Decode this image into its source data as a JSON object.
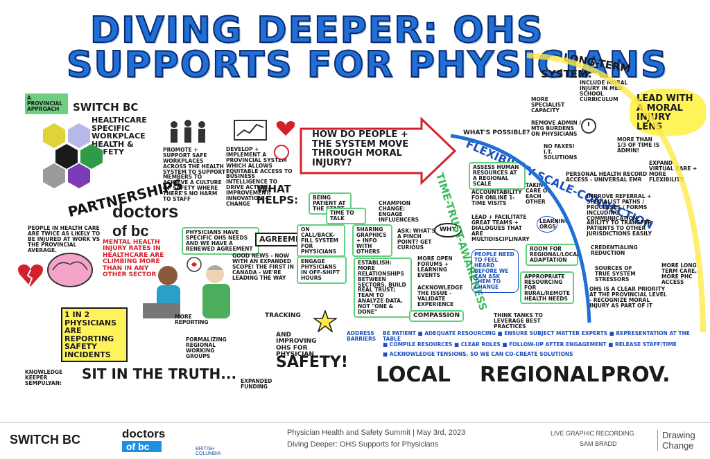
{
  "title": {
    "line1": "DIVING DEEPER: OHS",
    "line2": "SUPPORTS FOR PHYSICIANS"
  },
  "left": {
    "approach_tag": "A PROVINCIAL APPROACH",
    "switch_bc": "SWITCH BC",
    "hc_specific": "HEALTHCARE SPECIFIC WORKPLACE HEALTH & SAFETY",
    "partnerships": "PARTNERSHIPS",
    "promote": "PROMOTE + SUPPORT SAFE WORKPLACES ACROSS THE HEALTH SYSTEM TO SUPPORT MEMBERS TO ACHIEVE A CULTURE OF SAFETY WHERE THERE'S NO HARM TO STAFF",
    "develop": "DEVELOP + IMPLEMENT A PROVINCIAL SYSTEM WHICH ALLOWS EQUITABLE ACCESS TO BUSINESS INTELLIGENCE TO DRIVE ACTION, IMPROVEMENT, INNOVATION + CHANGE",
    "doctors_of": "doctors",
    "doctors_bc": "of bc",
    "people_twice": "PEOPLE IN HEALTH CARE ARE TWICE AS LIKELY TO BE INJURED AT WORK VS THE PROVINCIAL AVERAGE.",
    "mental_health": "MENTAL HEALTH INJURY RATES IN HEALTHCARE ARE CLIMBING MORE THAN IN ANY OTHER SECTOR",
    "physicians_have": "PHYSICIANS HAVE SPECIFIC OHS NEEDS AND WE HAVE A RENEWED AGREEMENT",
    "agreement": "AGREEMENT",
    "good_news": "GOOD NEWS - NOW WITH AN EXPANDED SCOPE! THE FIRST IN CANADA - WE'RE LEADING THE WAY",
    "one_in_two": "1 in 2 PHYSICIANS ARE REPORTING SAFETY INCIDENTS",
    "more_reporting": "MORE REPORTING",
    "formalizing": "FORMALIZING REGIONAL WORKING GROUPS",
    "tracking": "TRACKING",
    "improving": "AND IMPROVING OHS FOR PHYSICIAN",
    "safety": "SAFETY!",
    "expanded_funding": "EXPANDED FUNDING",
    "knowledge_keeper": "KNOWLEDGE KEEPER SEMPULYAN:",
    "sit_truth": "SIT in the TRUTH..."
  },
  "center": {
    "question": "HOW DO PEOPLE + THE SYSTEM MOVE THROUGH MORAL INJURY?",
    "what_helps": "WHAT HELPS:",
    "being_patient": "BEING PATIENT at the start",
    "time_to_talk": "TIME TO TALK",
    "champion": "CHAMPION CHANGE: ENGAGE INFLUENCERS",
    "on_call": "ON CALL/BACK-FILL SYSTEM FOR PHYSICIANS",
    "sharing": "SHARING GRAPHICS + INFO WITH OTHERS",
    "ask_pinch": "ASK: WHAT'S A PINCH POINT? GET CURIOUS",
    "why": "WHY",
    "engage_physicians": "ENGAGE PHYSICIANS IN OFF-SHIFT HOURS",
    "establish": "ESTABLISH: MORE RELATIONSHIPS BETWEEN SECTORS, BUILD REAL TRUST; TEAM TO ANALYZE DATA, NOT \"ONE & DONE\"",
    "open_forums": "MORE OPEN FORUMS + LEARNING EVENTS",
    "acknowledge": "ACKNOWLEDGE THE ISSUE - validate experience",
    "compassion": "COMPASSION",
    "time_trust": "TIME-TRUST-AWARENESS"
  },
  "right": {
    "whats_possible": "WHAT'S POSSIBLE?",
    "flexibility": "FLEXIBILITY-SCALE-CONNECTION",
    "assess": "ASSESS HUMAN RESOURCES AT A REGIONAL SCALE",
    "accountability": "ACCOUNTABILITY FOR ONLINE 1-TIME VISITS",
    "taking_care": "TAKING CARE OF EACH OTHER",
    "lead_facilitate": "LEAD + FACILITATE GREAT TEAMS + DIALOGUES THAT ARE MULTIDISCIPLINARY",
    "learning_orgs": "LEARNING ORGS",
    "people_heard": "PEOPLE NEED TO FEEL HEARD before we can ask them to CHANGE",
    "room_regional": "ROOM FOR REGIONAL/LOCAL ADAPTATION",
    "appropriate": "APPROPRIATE RESOURCING FOR RURAL/REMOTE HEALTH NEEDS",
    "think_tanks": "THINK TANKS TO LEVERAGE BEST PRACTICES",
    "long_term": "LONG-TERM",
    "system": "SYSTEM:",
    "include_moral": "INCLUDE MORAL INJURY IN MED SCHOOL CURRICULUM",
    "more_specialist": "MORE SPECIALIST CAPACITY",
    "remove_admin": "REMOVE ADMIN / MTG BURDENS ON PHYSICIANS",
    "no_faxes": "NO FAXES! I.T. SOLUTIONS",
    "more_than": "MORE THAN 1/3 OF TIME IS ADMIN!",
    "lead_with": "LEAD WITH A MORAL INJURY LENS",
    "personal_health": "PERSONAL HEALTH RECORD ACCESS - UNIVERSAL EMR",
    "expand_virtual": "EXPAND VIRTUAL CARE + MORE FLEXIBILITY",
    "improve_referral": "IMPROVE REFERRAL + SPECIALIST PATHS / PROCESSES / FORMS including communication",
    "ability_transfer": "ABILITY TO TRANSFER PATIENTS TO OTHER JURISDICTIONS EASILY",
    "credentialing": "CREDENTIALING REDUCTION",
    "sources": "SOURCES OF TRUE SYSTEM STRESSORS",
    "ohs_clear": "OHS IS A CLEAR PRIORITY AT THE PROVINCIAL LEVEL - RECOGNIZE MORAL INJURY AS PART OF IT",
    "long_term_care": "MORE LONG TERM CARE, MORE PHC ACCESS"
  },
  "barriers": {
    "label": "ADDRESS BARRIERS",
    "line1": "BE PATIENT ■ ADEQUATE RESOURCING ■ ENSURE SUBJECT MATTER EXPERTS ■ REPRESENTATION AT THE TABLE",
    "line2": "■ COMPILE RESOURCES ■ CLEAR ROLES ■ FOLLOW-UP AFTER ENGAGEMENT ■ RELEASE STAFF/TIME",
    "line3": "■ ACKNOWLEDGE TENSIONS, SO WE CAN CO-CREATE SOLUTIONS"
  },
  "scale_labels": {
    "local": "LOCAL",
    "regional": "REGIONAL",
    "prov": "PROV."
  },
  "footer": {
    "switch_bc": "SWITCH BC",
    "doctors": "doctors",
    "of_bc": "of bc",
    "bc_logo": "BRITISH COLUMBIA",
    "event": "Physician Health and Safety Summit | May 3rd, 2023",
    "session": "Diving Deeper: OHS Supports for Physicians",
    "live": "LIVE GRAPHIC RECORDING",
    "artist": "SAM BRADD",
    "brand": "Drawing Change"
  },
  "colors": {
    "title_blue": "#1f6fd6",
    "green": "#5fd07b",
    "yellow": "#fff35c",
    "red": "#d4202a",
    "dark_blue": "#1a4fbf"
  }
}
